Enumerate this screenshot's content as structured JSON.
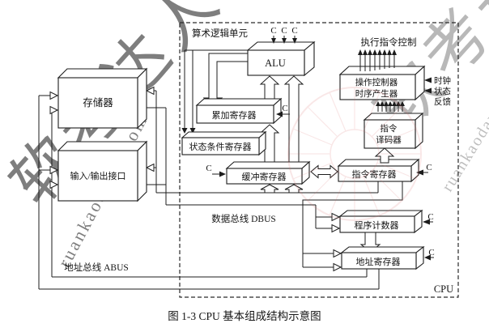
{
  "watermark": {
    "brand": "软考达人",
    "site": "ruankaodaren.com",
    "gray_color": "#c6c6c6",
    "red_color": "#dd9090"
  },
  "figure": {
    "caption": "图 1-3   CPU 基本组成结构示意图",
    "cpu_label": "CPU",
    "alu_unit_label": "算术逻辑单元",
    "exec_control_label": "执行指令控制",
    "clock_input_label": "时钟",
    "state_input_label": "状态",
    "feedback_label": "反馈",
    "c": "C",
    "dbus_label": "数据总线 DBUS",
    "abus_label": "地址总线 ABUS",
    "blocks": {
      "memory": "存储器",
      "io": "输入/输出接口",
      "alu": "ALU",
      "accumulator": "累加寄存器",
      "status": "状态条件寄存器",
      "buffer": "缓冲寄存器",
      "ir": "指令寄存器",
      "decoder_line1": "指令",
      "decoder_line2": "译码器",
      "opctrl_line1": "操作控制器",
      "opctrl_line2": "时序产生器",
      "pc": "程序计数器",
      "ar": "地址寄存器"
    }
  }
}
